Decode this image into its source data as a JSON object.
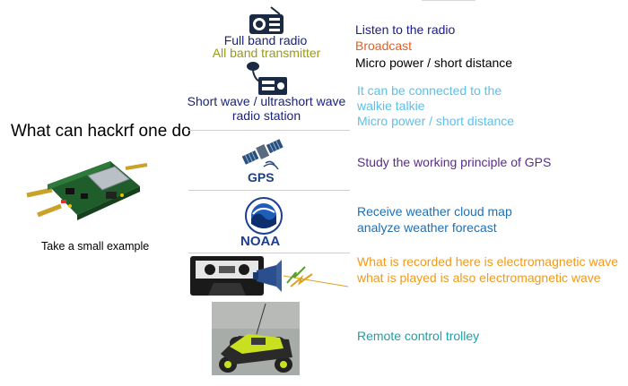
{
  "left": {
    "title": "What can hackrf one do",
    "example": "Take a small example"
  },
  "rows": {
    "radio": {
      "caption_1": "Full band radio",
      "caption_2": "All band transmitter",
      "line_1": "Listen to the radio",
      "line_2": "Broadcast",
      "line_3": "Micro power / short distance"
    },
    "walkie": {
      "caption_1": "Short wave / ultrashort wave",
      "caption_2": "radio station",
      "line_1": "It can be connected to the",
      "line_2": "walkie talkie",
      "line_3": "Micro power / short distance"
    },
    "gps": {
      "label": "GPS",
      "line_1": "Study the working principle of GPS"
    },
    "noaa": {
      "label": "NOAA",
      "line_1": "Receive weather cloud map",
      "line_2": " analyze weather forecast"
    },
    "tape": {
      "line_1": "What is recorded here is electromagnetic wave",
      "line_2": "what is played is also electromagnetic wave"
    },
    "rc": {
      "line_1": "Remote control trolley"
    }
  },
  "colors": {
    "radio_line_1": "#1a1a8c",
    "radio_line_2": "#e85c1e",
    "radio_line_3": "#000000",
    "radio_caption_1": "#1a237e",
    "radio_caption_2": "#9a9a1a",
    "walkie_caption": "#1a237e",
    "walkie_lines": "#5bc0eb",
    "gps_line": "#5b2b8c",
    "noaa_line": "#1e6fb5",
    "tape_lines": "#f09a1a",
    "rc_line": "#1ea0a8"
  },
  "icons": [
    "radio-icon",
    "transmitter-icon",
    "satellite-icon",
    "noaa-logo",
    "cassette-icon",
    "speaker-icon",
    "rc-car-image",
    "hackrf-board-image"
  ]
}
